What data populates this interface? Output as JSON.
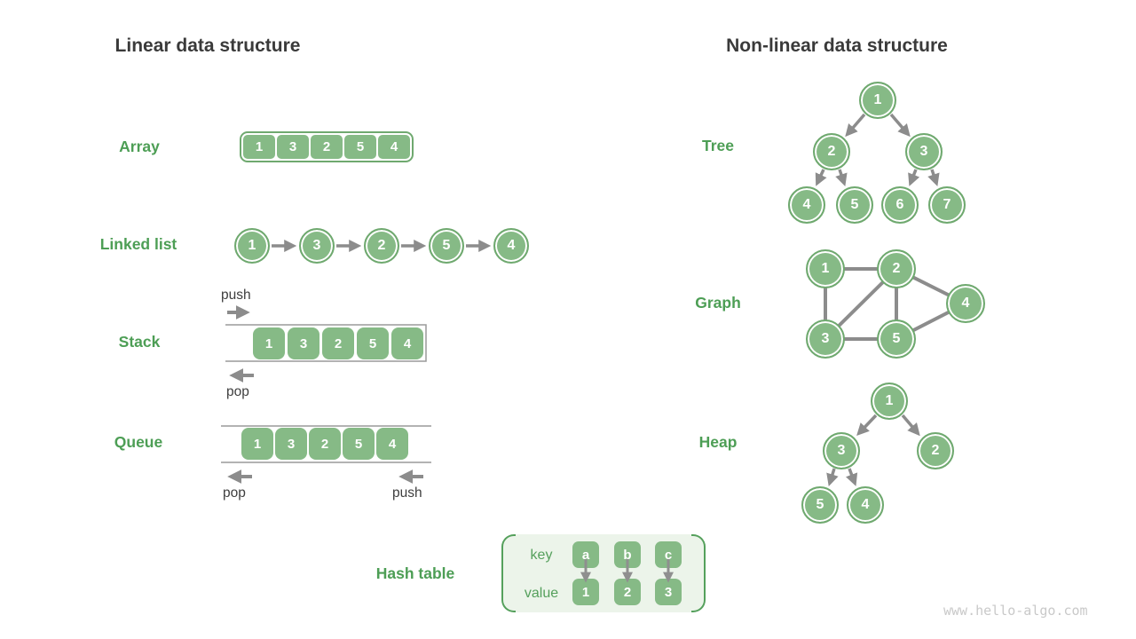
{
  "titles": {
    "linear": "Linear data structure",
    "nonlinear": "Non-linear data structure"
  },
  "array": {
    "label": "Array",
    "cells": [
      "1",
      "3",
      "2",
      "5",
      "4"
    ]
  },
  "linked_list": {
    "label": "Linked list",
    "nodes": [
      "1",
      "3",
      "2",
      "5",
      "4"
    ]
  },
  "stack": {
    "label": "Stack",
    "cells": [
      "1",
      "3",
      "2",
      "5",
      "4"
    ],
    "push_label": "push",
    "pop_label": "pop"
  },
  "queue": {
    "label": "Queue",
    "cells": [
      "1",
      "3",
      "2",
      "5",
      "4"
    ],
    "pop_label": "pop",
    "push_label": "push"
  },
  "hash_table": {
    "label": "Hash table",
    "key_label": "key",
    "value_label": "value",
    "keys": [
      "a",
      "b",
      "c"
    ],
    "values": [
      "1",
      "2",
      "3"
    ]
  },
  "tree": {
    "label": "Tree",
    "nodes": [
      "1",
      "2",
      "3",
      "4",
      "5",
      "6",
      "7"
    ]
  },
  "graph": {
    "label": "Graph",
    "nodes": [
      "1",
      "2",
      "3",
      "5",
      "4"
    ]
  },
  "heap": {
    "label": "Heap",
    "nodes": [
      "1",
      "3",
      "2",
      "5",
      "4"
    ]
  },
  "watermark": {
    "text": "www.hello-algo.com"
  },
  "colors": {
    "node_fill_green": "#86ba86",
    "node_ring_green": "#6fa96f",
    "label_green": "#4d9e55",
    "hash_bg_green": "#ecf4ea",
    "hash_bracket_green": "#55a05c",
    "title_gray": "#3a3a3a",
    "arrow_gray": "#8c8c8c",
    "container_line_gray": "#9a9a9a",
    "watermark_gray": "#c9c9c9"
  }
}
